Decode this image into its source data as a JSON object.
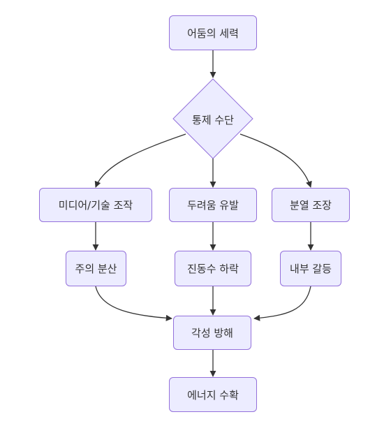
{
  "nodes": {
    "forces_of_darkness": "어둠의 세력",
    "means_of_control": "통제 수단",
    "media_tech_manipulation": "미디어/기술 조작",
    "fear_induction": "두려움 유발",
    "division_incitement": "분열 조장",
    "distraction": "주의 분산",
    "frequency_drop": "진동수 하락",
    "internal_conflict": "내부 갈등",
    "awakening_obstruction": "각성 방해",
    "energy_harvesting": "에너지 수확"
  },
  "colors": {
    "node_fill": "#ececff",
    "node_border": "#9370db",
    "edge": "#333333",
    "text": "#333333"
  }
}
